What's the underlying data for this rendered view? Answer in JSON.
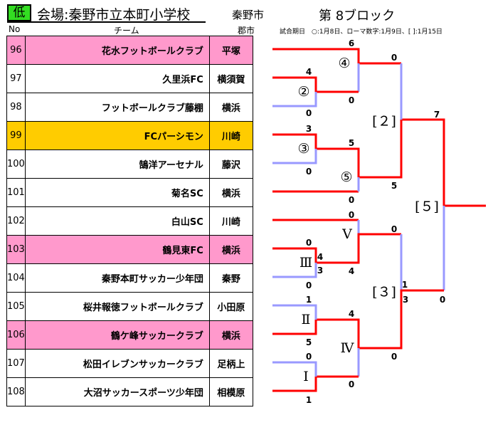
{
  "header": {
    "level": "低",
    "venue": "会場:秦野市立本町小学校",
    "city": "秦野市",
    "block": "第 8ブロック",
    "col_no": "No",
    "col_team": "チーム",
    "col_city": "郡市",
    "note": "試合期日　○:1月8日、ローマ数字:1月9日、[ ]:1月15日"
  },
  "colors": {
    "pink": "#ff99cc",
    "orange": "#ffcc00",
    "win": "#ff0000",
    "lose": "#9999ff"
  },
  "teams": [
    {
      "no": "96",
      "name": "花水フットボールクラブ",
      "city": "平塚",
      "hl": "pink"
    },
    {
      "no": "97",
      "name": "久里浜FC",
      "city": "横須賀",
      "hl": ""
    },
    {
      "no": "98",
      "name": "フットボールクラブ藤棚",
      "city": "横浜",
      "hl": ""
    },
    {
      "no": "99",
      "name": "FCパーシモン",
      "city": "川崎",
      "hl": "orange"
    },
    {
      "no": "100",
      "name": "鵠洋アーセナル",
      "city": "藤沢",
      "hl": ""
    },
    {
      "no": "101",
      "name": "菊名SC",
      "city": "横浜",
      "hl": ""
    },
    {
      "no": "102",
      "name": "白山SC",
      "city": "川崎",
      "hl": ""
    },
    {
      "no": "103",
      "name": "鶴見東FC",
      "city": "横浜",
      "hl": "pink"
    },
    {
      "no": "104",
      "name": "秦野本町サッカー少年団",
      "city": "秦野",
      "hl": ""
    },
    {
      "no": "105",
      "name": "桜井報徳フットボールクラブ",
      "city": "小田原",
      "hl": ""
    },
    {
      "no": "106",
      "name": "鶴ケ峰サッカークラブ",
      "city": "横浜",
      "hl": "pink"
    },
    {
      "no": "107",
      "name": "松田イレブンサッカークラブ",
      "city": "足柄上",
      "hl": ""
    },
    {
      "no": "108",
      "name": "大沼サッカースポーツ少年団",
      "city": "相模原",
      "hl": ""
    }
  ],
  "matches": [
    "④",
    "②",
    "③",
    "⑤",
    "[２]",
    "[５]",
    "Ⅴ",
    "Ⅲ",
    "[３]",
    "Ⅱ",
    "Ⅳ",
    "Ⅰ"
  ],
  "scores": [
    "6",
    "4",
    "0",
    "0",
    "0",
    "3",
    "0",
    "5",
    "5",
    "0",
    "0",
    "7",
    "0",
    "0",
    "4",
    "3",
    "4",
    "0",
    "1",
    "3",
    "0",
    "1",
    "4",
    "5",
    "0",
    "0",
    "0",
    "1"
  ]
}
